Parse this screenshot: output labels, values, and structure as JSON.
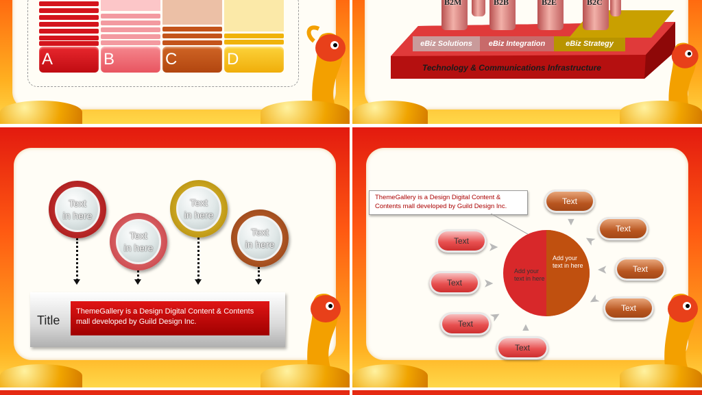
{
  "slide_tl": {
    "labels": [
      "A",
      "B",
      "C",
      "D"
    ]
  },
  "slide_tr": {
    "columns": [
      "B2M",
      "B2B",
      "B2E",
      "B2C"
    ],
    "segments": [
      "eBiz Solutions",
      "eBiz Integration",
      "eBiz Strategy"
    ],
    "base_label": "Technology & Communications Infrastructure"
  },
  "slide_bl": {
    "circles": [
      {
        "text": "Text\nin here",
        "color": "#b31b1b"
      },
      {
        "text": "Text\nin here",
        "color": "#d0434a"
      },
      {
        "text": "Text\nin here",
        "color": "#c9a000"
      },
      {
        "text": "Text\nin here",
        "color": "#a84412"
      }
    ],
    "title": "Title",
    "description": "ThemeGallery is a Design Digital Content & Contents mall developed by Guild Design Inc."
  },
  "slide_br": {
    "callout": "ThemeGallery is a Design Digital Content & Contents mall developed by Guild Design Inc.",
    "pie_left": "Add your text in here",
    "pie_right": "Add your text in here",
    "left_items": [
      "Text",
      "Text",
      "Text",
      "Text"
    ],
    "right_items": [
      "Text",
      "Text",
      "Text",
      "Text"
    ],
    "accent_red": "#d8282a",
    "accent_brown": "#b8551f"
  }
}
